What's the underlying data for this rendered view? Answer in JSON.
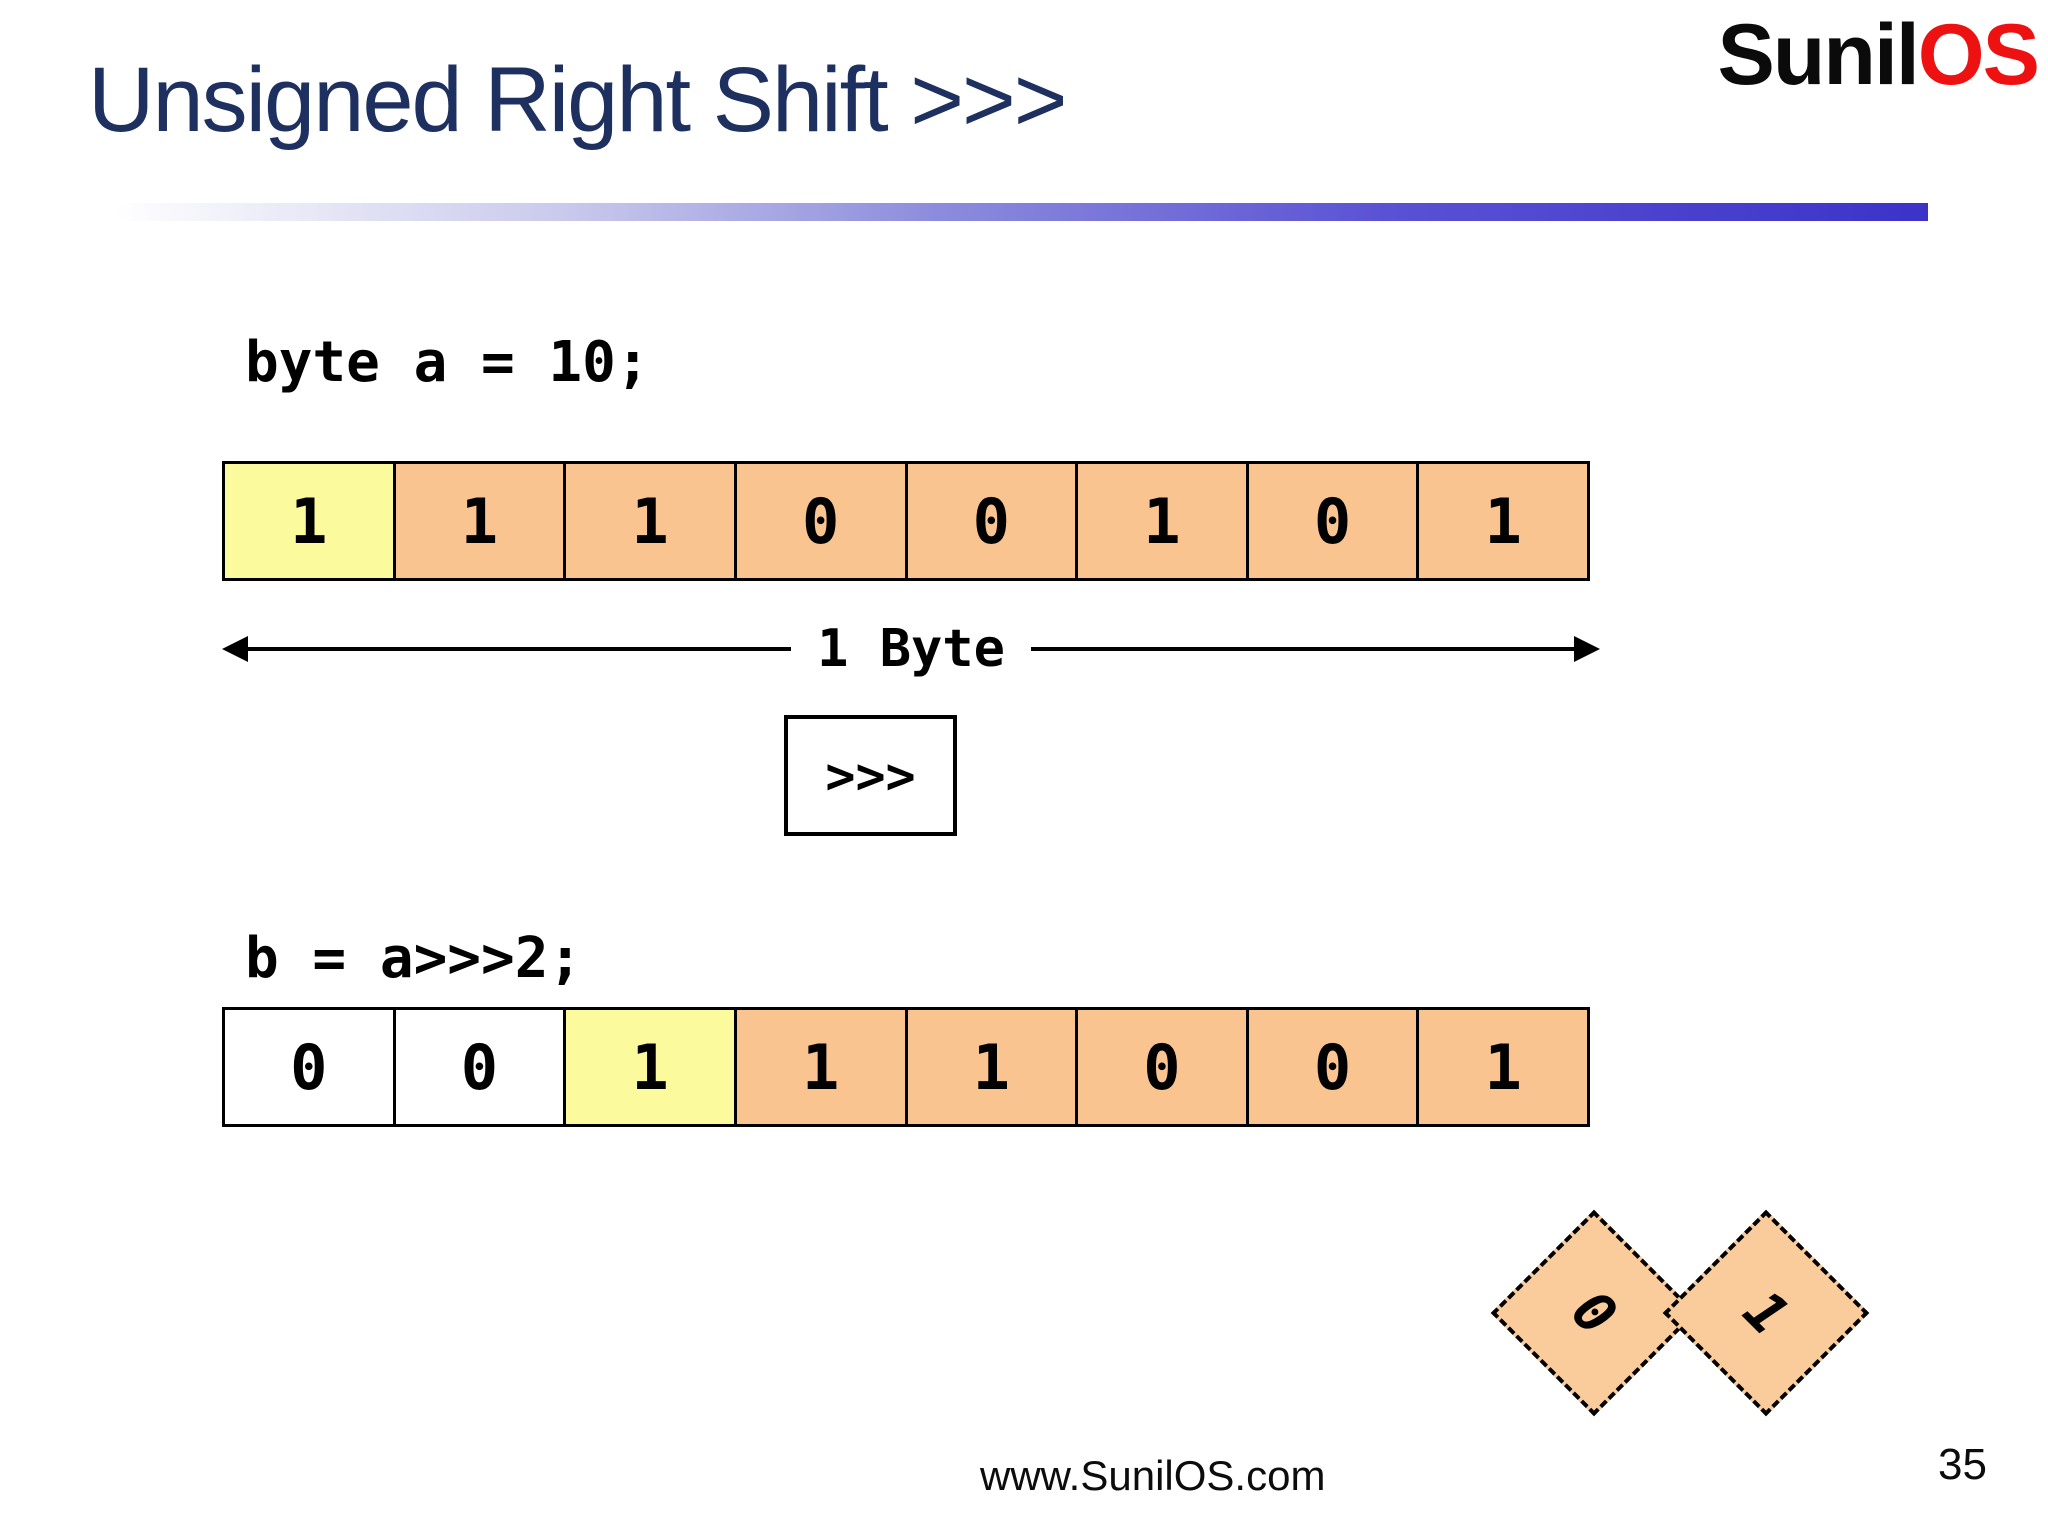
{
  "slide": {
    "title": "Unsigned Right Shift >>>",
    "logo_black": "Sunil",
    "logo_red": "OS",
    "footer_url": "www.SunilOS.com",
    "page_number": "35"
  },
  "diagram": {
    "code_a": "byte a = 10;",
    "code_b": "b = a>>>2;",
    "byte_label": "1 Byte",
    "shift_operator": ">>>",
    "row_a_bits": [
      "1",
      "1",
      "1",
      "0",
      "0",
      "1",
      "0",
      "1"
    ],
    "row_b_bits": [
      "0",
      "0",
      "1",
      "1",
      "1",
      "0",
      "0",
      "1"
    ],
    "shifted_out_bits": [
      "0",
      "1"
    ]
  },
  "colors": {
    "title_navy": "#1d3060",
    "logo_red": "#ee1111",
    "cell_orange": "#fac491",
    "cell_yellow": "#fbfb9e",
    "cell_white": "#ffffff",
    "underline_gradient_end": "#3b33c8"
  }
}
